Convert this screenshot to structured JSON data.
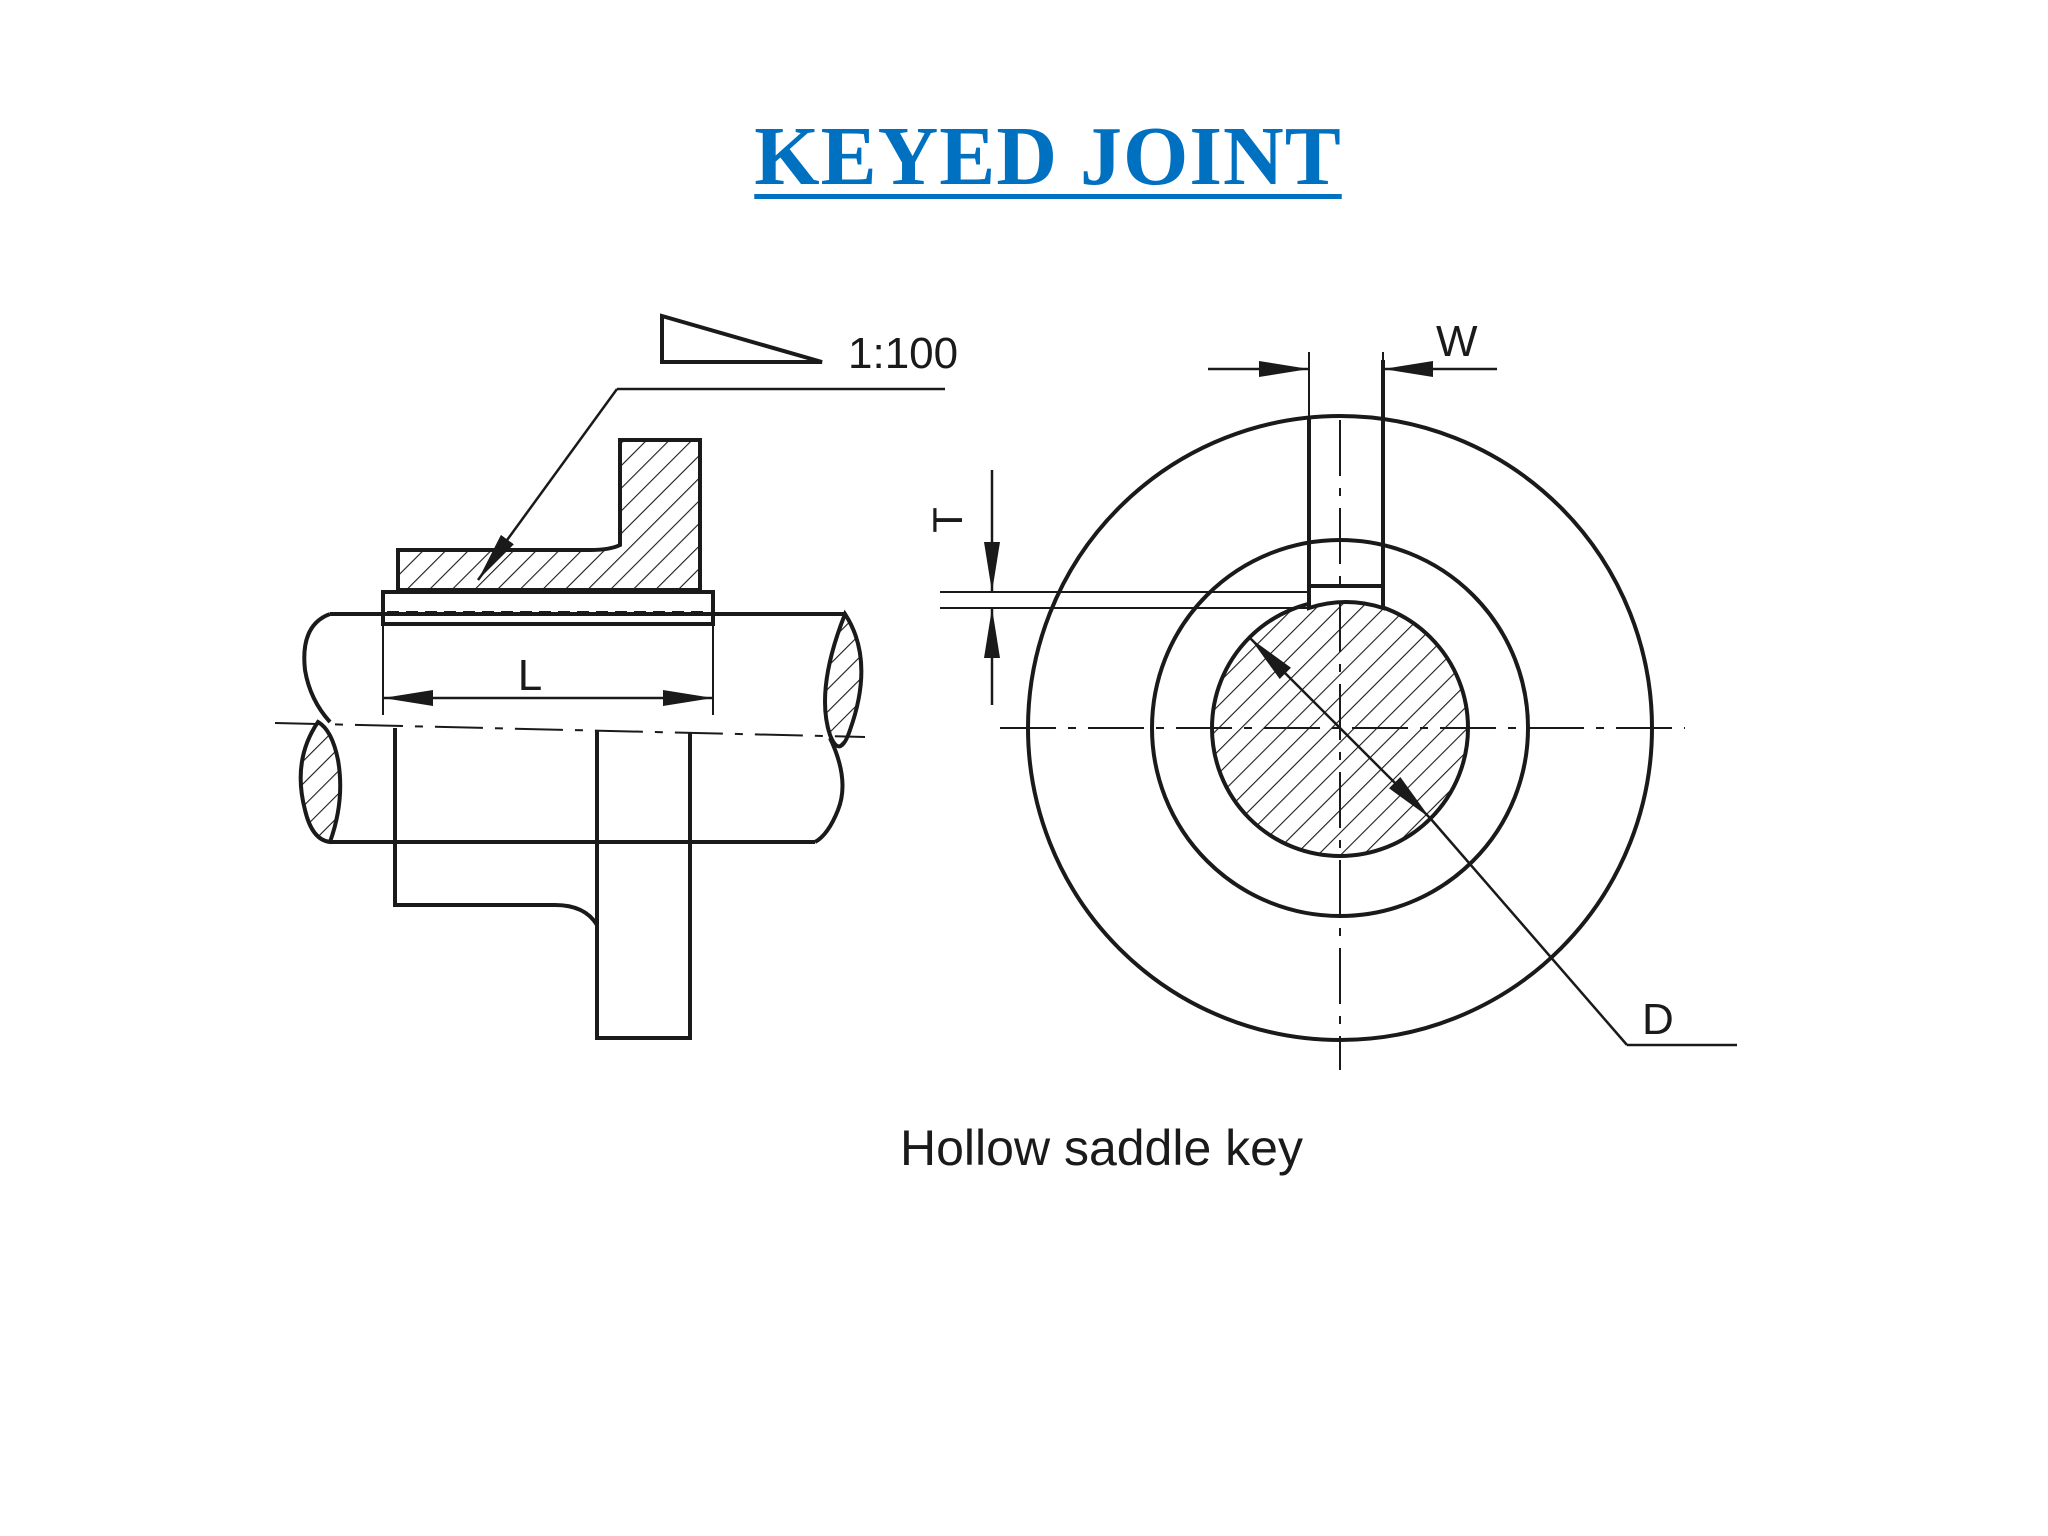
{
  "title": "KEYED JOINT",
  "caption": "Hollow saddle key",
  "labels": {
    "taper": "1:100",
    "length": "L",
    "width": "W",
    "thickness": "T",
    "diameter": "D"
  },
  "colors": {
    "title": "#0070c0",
    "line": "#1a1a1a",
    "background": "#ffffff"
  }
}
